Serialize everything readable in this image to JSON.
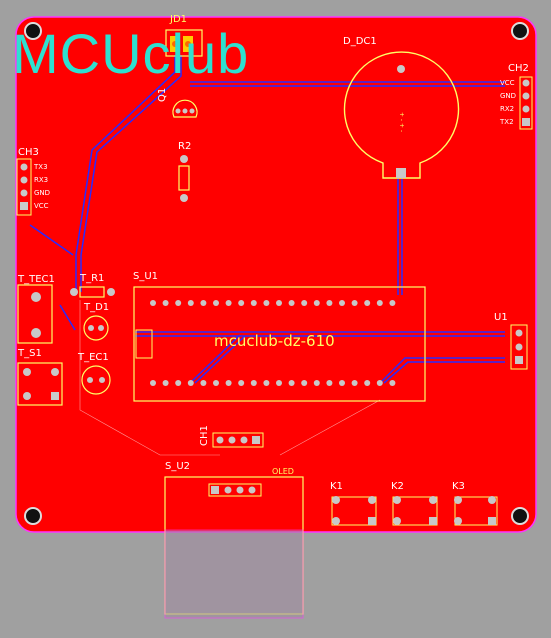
{
  "logo": "MCUclub",
  "board_title": "mcuclub-dz-610",
  "labels": {
    "jd1": "JD1",
    "d_dc1": "D_DC1",
    "ch2": "CH2",
    "ch3": "CH3",
    "q1": "Q1",
    "r2": "R2",
    "t_tec1": "T_TEC1",
    "t_r1": "T_R1",
    "t_d1": "T_D1",
    "t_s1": "T_S1",
    "t_ec1": "T_EC1",
    "s_u1": "S_U1",
    "u1": "U1",
    "ch1": "CH1",
    "s_u2": "S_U2",
    "oled": "OLED",
    "k1": "K1",
    "k2": "K2",
    "k3": "K3"
  },
  "ch2_pins": [
    "VCC",
    "GND",
    "RX2",
    "TX2"
  ],
  "ch3_pins": [
    "TX3",
    "RX3",
    "GND",
    "VCC"
  ],
  "colors": {
    "board": "#ff0000",
    "outline": "#ff33ff",
    "silkscreen": "#ffff66",
    "trace": "#2a2aff",
    "pad": "#c8c8c8",
    "logo": "#2ee0d0",
    "background": "#a0a0a0"
  }
}
